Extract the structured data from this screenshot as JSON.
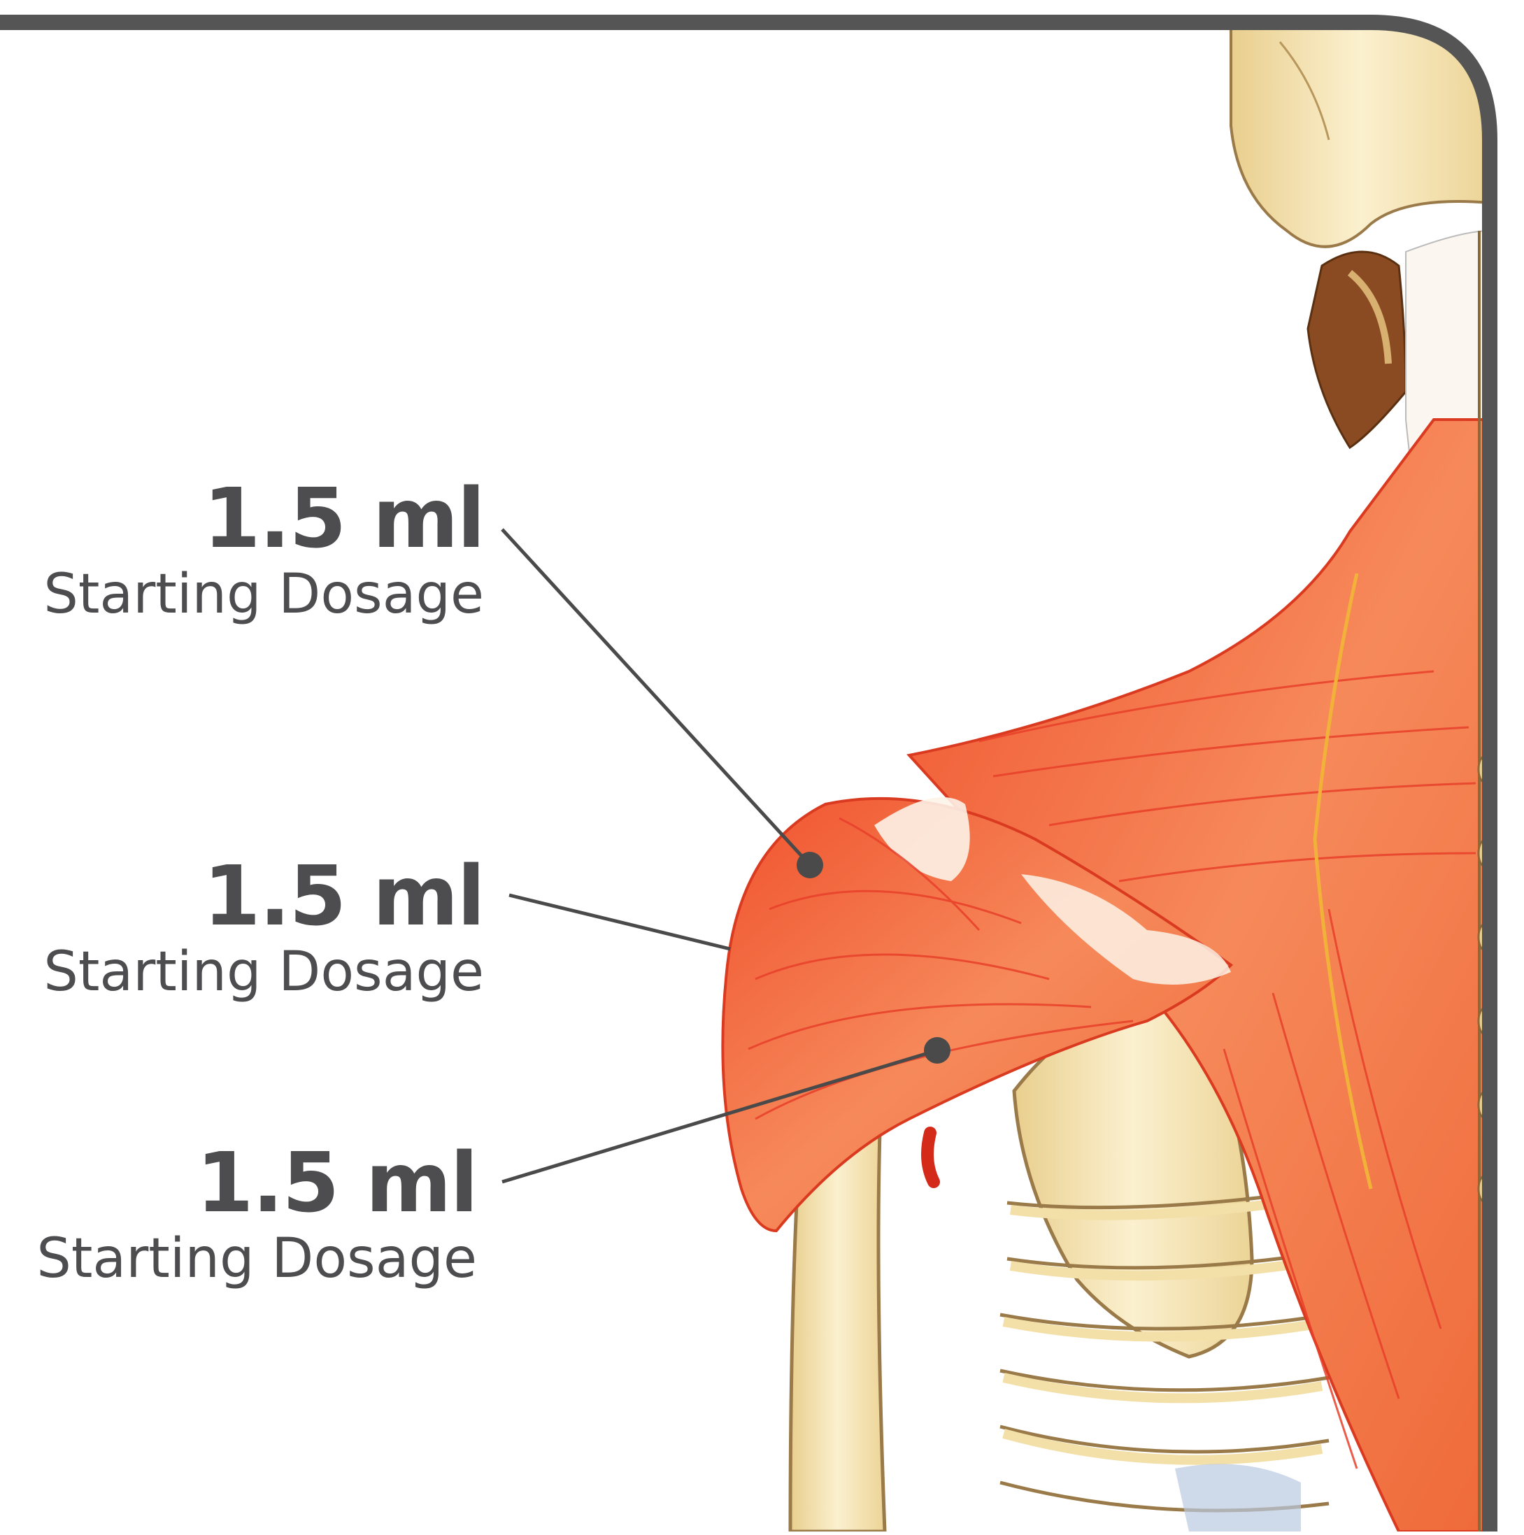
{
  "colors": {
    "frame": "#555555",
    "text": "#4d4d4f",
    "leader": "#4a4a4a",
    "muscle": "#f47a4a",
    "muscle_dark": "#e8402a",
    "bone": "#f7e7b8",
    "bone_outline": "#9a7a48"
  },
  "icons": [
    "shoulder-anatomy-illustration",
    "injection-point-marker"
  ],
  "callouts": [
    {
      "dose": "1.5 ml",
      "description": "Starting Dosage"
    },
    {
      "dose": "1.5 ml",
      "description": "Starting Dosage"
    },
    {
      "dose": "1.5 ml",
      "description": "Starting Dosage"
    }
  ]
}
